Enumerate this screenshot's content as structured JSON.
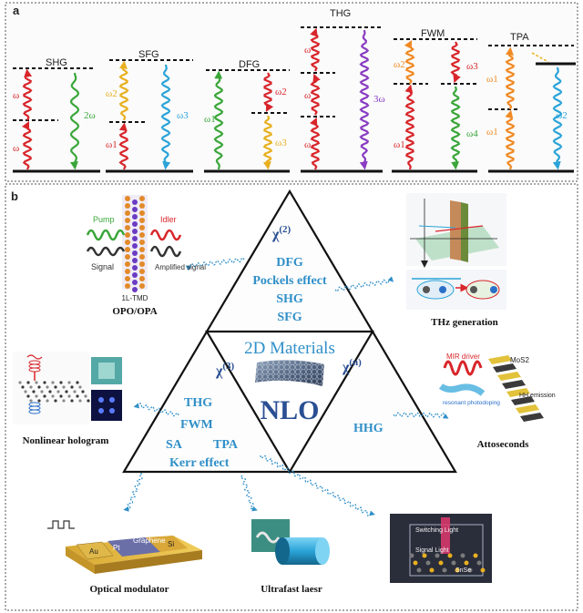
{
  "panel_a": {
    "label": "a",
    "processes": [
      {
        "name": "SHG",
        "omegas": [
          "ω",
          "ω"
        ],
        "out": "2ω"
      },
      {
        "name": "SFG",
        "omegas": [
          "ω2",
          "ω1"
        ],
        "out": "ω3"
      },
      {
        "name": "DFG",
        "omegas": [
          "ω1"
        ],
        "mid": [
          "ω2",
          "ω3"
        ]
      },
      {
        "name": "THG",
        "omegas": [
          "ω",
          "ω",
          "ω"
        ],
        "out": "3ω"
      },
      {
        "name": "FWM",
        "omegas": [
          "ω2",
          "ω1"
        ],
        "mid": [
          "ω3",
          "ω4"
        ]
      },
      {
        "name": "TPA",
        "omegas": [
          "ω1",
          "ω1"
        ],
        "out": "ω2"
      }
    ]
  },
  "panel_b": {
    "label": "b",
    "triangle": {
      "top": {
        "chi": "χ(2)",
        "items": [
          "DFG",
          "Pockels effect",
          "SHG",
          "SFG"
        ]
      },
      "center": {
        "title": "2D Materials",
        "core": "NLO"
      },
      "left": {
        "chi": "χ(3)",
        "items": [
          "THG",
          "FWM",
          "SA",
          "TPA",
          "Kerr effect"
        ]
      },
      "right": {
        "chi": "χ(n)",
        "items": [
          "HHG"
        ]
      }
    },
    "applications": {
      "opo": {
        "caption": "OPO/OPA",
        "labels": [
          "Pump",
          "Idler",
          "Signal",
          "Amplified signal",
          "1L-TMD"
        ]
      },
      "thz": {
        "caption": "THz generation"
      },
      "hologram": {
        "caption": "Nonlinear hologram"
      },
      "atto": {
        "caption": "Attoseconds",
        "labels": [
          "MIR driver",
          "MoS2",
          "HH emission",
          "resonant photodoping"
        ]
      },
      "modulator": {
        "caption": "Optical modulator",
        "labels": [
          "Au",
          "Pt",
          "Graphene",
          "Si"
        ]
      },
      "laser": {
        "caption": "Ultrafast laesr"
      },
      "switch": {
        "caption": "",
        "labels": [
          "Switching Light",
          "Signal Light",
          "SnSe"
        ]
      }
    }
  },
  "colors": {
    "red": "#d8262b",
    "green": "#3aa63a",
    "yellow": "#e8b020",
    "blue": "#2aa3d8",
    "purple": "#8a3cc2",
    "orange": "#f08a24",
    "blue_text": "#2f8fc8",
    "chi": "#2a4f93"
  }
}
